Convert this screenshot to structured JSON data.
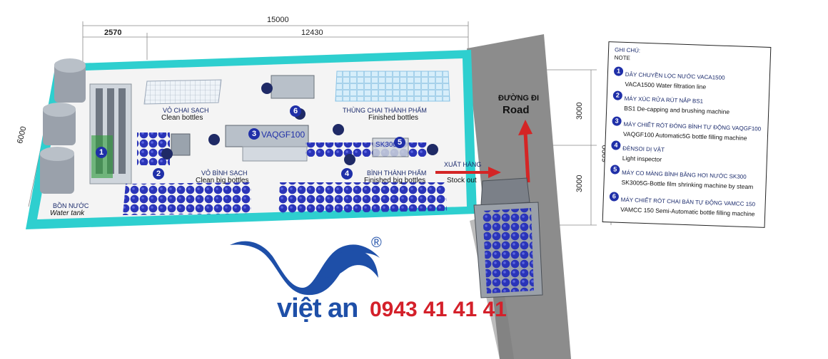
{
  "dimensions": {
    "total_length": "15000",
    "left_section": "2570",
    "main_section": "12430",
    "width_left": "6000",
    "road_upper": "3000",
    "road_lower": "3000",
    "road_total": "6000"
  },
  "plant_labels": {
    "clean_bottles_vi": "VỎ CHAI SẠCH",
    "clean_bottles_en": "Clean bottles",
    "finished_bottles_vi": "THÙNG CHAI THÀNH PHẨM",
    "finished_bottles_en": "Finished bottles",
    "clean_big_vi": "VỎ BÌNH SẠCH",
    "clean_big_en": "Clean big bottles",
    "finished_big_vi": "BÌNH THÀNH PHẨM",
    "finished_big_en": "Finished big bottles",
    "water_tank_vi": "BỒN NƯỚC",
    "water_tank_en": "Water tank",
    "stock_out_vi": "XUẤT HÀNG",
    "stock_out_en": "Stock out",
    "machine_3": "VAQGF100",
    "machine_5": "SK300"
  },
  "badges": [
    "1",
    "2",
    "3",
    "4",
    "5",
    "6"
  ],
  "road": {
    "label_vi": "ĐƯỜNG ĐI",
    "label_en": "Road"
  },
  "note": {
    "title_vi": "GHI CHÚ:",
    "title_en": "NOTE",
    "items": [
      {
        "num": "1",
        "vi": "DÂY CHUYỀN LỌC NƯỚC VACA1500",
        "en": "VACA1500 Water filtration line"
      },
      {
        "num": "2",
        "vi": "MÁY XÚC RỬA RÚT NẮP BS1",
        "en": "BS1 De-capping and brushing machine"
      },
      {
        "num": "3",
        "vi": "MÁY CHIẾT RÓT ĐÓNG BÌNH TỰ ĐỘNG VAQGF100",
        "en": "VAQGF100 Automatic5G bottle filling machine"
      },
      {
        "num": "4",
        "vi": "ĐÈNSOI DỊ VẬT",
        "en": "Light inspector"
      },
      {
        "num": "5",
        "vi": "MÁY CO MÀNG BÌNH BẰNG HƠI NƯỚC SK300",
        "en": "SK3005G-Bottle film shrinking machine by steam"
      },
      {
        "num": "6",
        "vi": "MÁY CHIẾT RÓT CHAI BÁN TỰ ĐỘNG VAMCC 150",
        "en": "VAMCC 150 Semi-Automatic bottle filling machine"
      }
    ]
  },
  "brand": {
    "name": "việt an",
    "phone": "0943 41 41 41",
    "registered": "®"
  },
  "colors": {
    "wall": "#2ecfcf",
    "floor": "#f4f4f4",
    "bottle": "#2a34b8",
    "road": "#8c8c8c",
    "arrow": "#d42525",
    "badge": "#1f2fa8"
  }
}
